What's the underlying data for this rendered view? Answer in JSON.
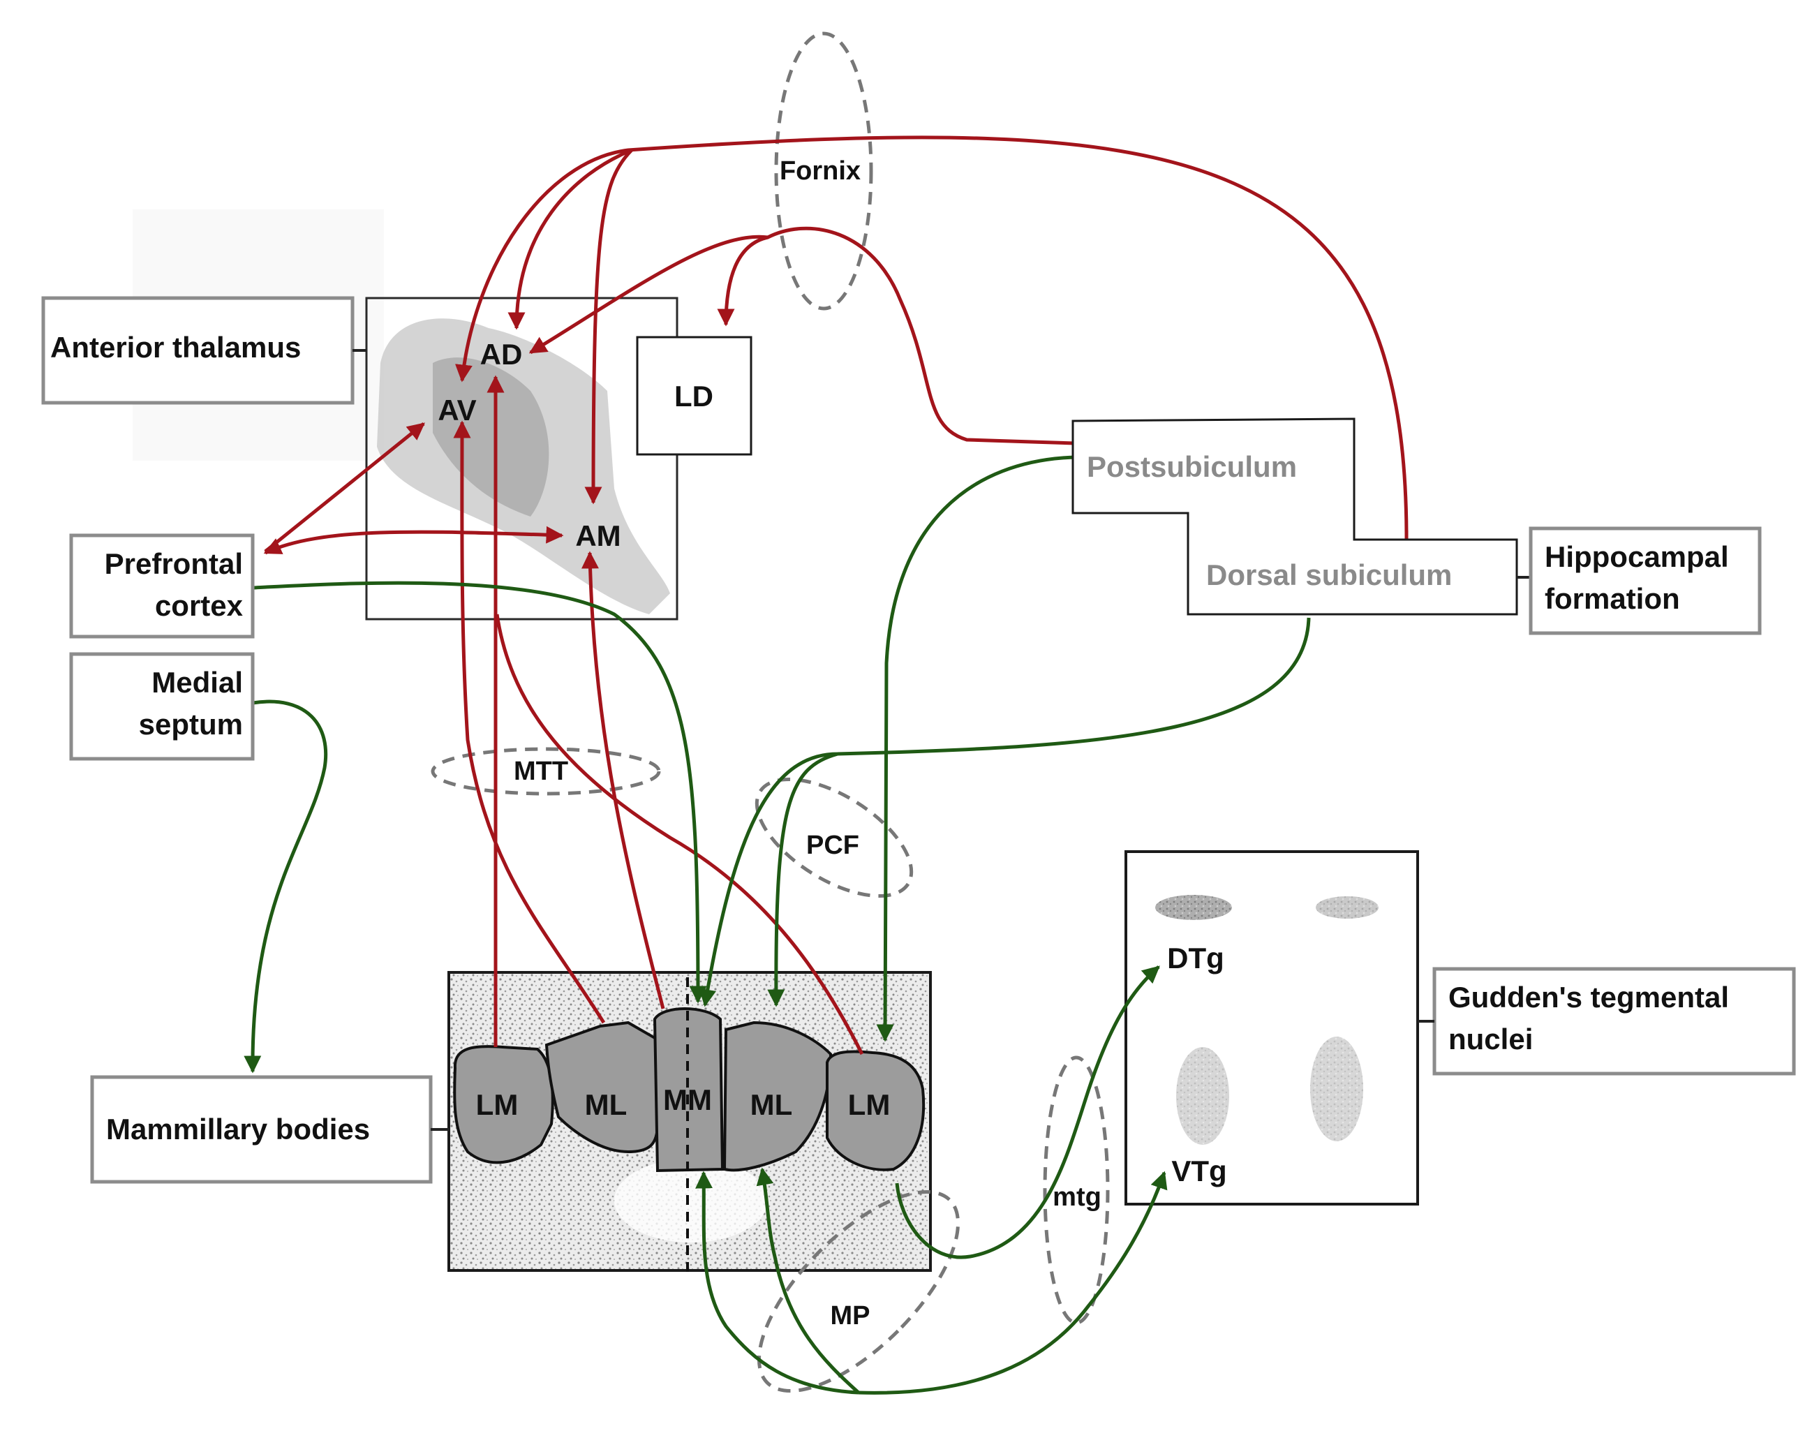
{
  "boxes": {
    "anterior_thalamus": "Anterior thalamus",
    "prefrontal_cortex": [
      "Prefrontal",
      "cortex"
    ],
    "medial_septum": [
      "Medial",
      "septum"
    ],
    "mammillary_bodies": "Mammillary bodies",
    "hippocampal_formation": [
      "Hippocampal",
      "formation"
    ],
    "guddens_tegmental_nuclei": [
      "Gudden's tegmental",
      "nuclei"
    ],
    "ld": "LD",
    "postsubiculum": "Postsubiculum",
    "dorsal_subiculum": "Dorsal subiculum"
  },
  "thalamic_nuclei": {
    "ad": "AD",
    "av": "AV",
    "am": "AM"
  },
  "mammillary_nuclei": {
    "lm_left": "LM",
    "ml_left": "ML",
    "mm": "MM",
    "ml_right": "ML",
    "lm_right": "LM"
  },
  "tegmental_nuclei": {
    "dtg": "DTg",
    "vtg": "VTg"
  },
  "fiber_tracts": {
    "fornix": "Fornix",
    "mtt": "MTT",
    "pcf": "PCF",
    "mp": "MP",
    "mtg": "mtg"
  },
  "colors": {
    "red_pathway": "#a3141b",
    "green_pathway": "#1f5a14",
    "box_border": "#8c8c8c",
    "grey_label": "#8a8a8a",
    "tissue": "#9c9c9c"
  }
}
